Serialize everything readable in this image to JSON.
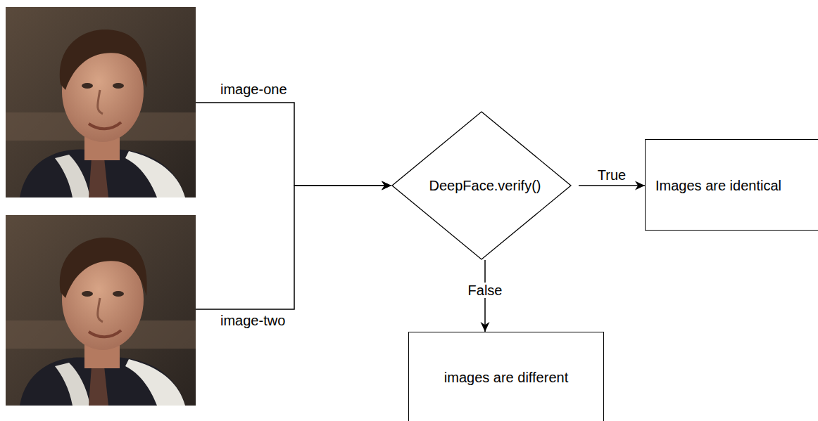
{
  "diagram": {
    "nodes": [
      {
        "text": [
          "image-one"
        ]
      },
      {
        "text": [
          "image-two"
        ]
      },
      {
        "text": [
          "DeepFace.verify()"
        ]
      },
      {
        "text": [
          "Images are identical"
        ]
      },
      {
        "text": [
          "images are different"
        ]
      }
    ],
    "edges": [
      {
        "from": 0,
        "to": 2,
        "arrow": "to"
      },
      {
        "from": 1,
        "to": 2,
        "arrow": "to"
      },
      {
        "from": 2,
        "to": 3,
        "label": "True",
        "arrow": "to"
      },
      {
        "from": 2,
        "to": 4,
        "label": "False",
        "arrow": "to"
      }
    ]
  }
}
